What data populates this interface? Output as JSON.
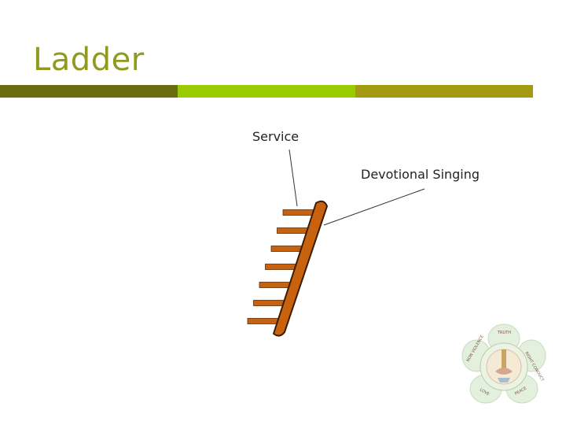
{
  "slide": {
    "title": "Ladder"
  },
  "header_bar": {
    "colors": [
      "#6b6b10",
      "#99cc00",
      "#a39a14"
    ]
  },
  "diagram": {
    "labels": {
      "service": "Service",
      "devotional_singing": "Devotional Singing"
    },
    "ladder": {
      "rail_color": "#c8620e",
      "rung_color": "#c8620e",
      "rung_count": 7
    }
  },
  "emblem": {
    "icon": "lotus-emblem-icon",
    "words": [
      "TRUTH",
      "RIGHT CONDUCT",
      "PEACE",
      "LOVE",
      "NON VIOLENCE"
    ]
  }
}
